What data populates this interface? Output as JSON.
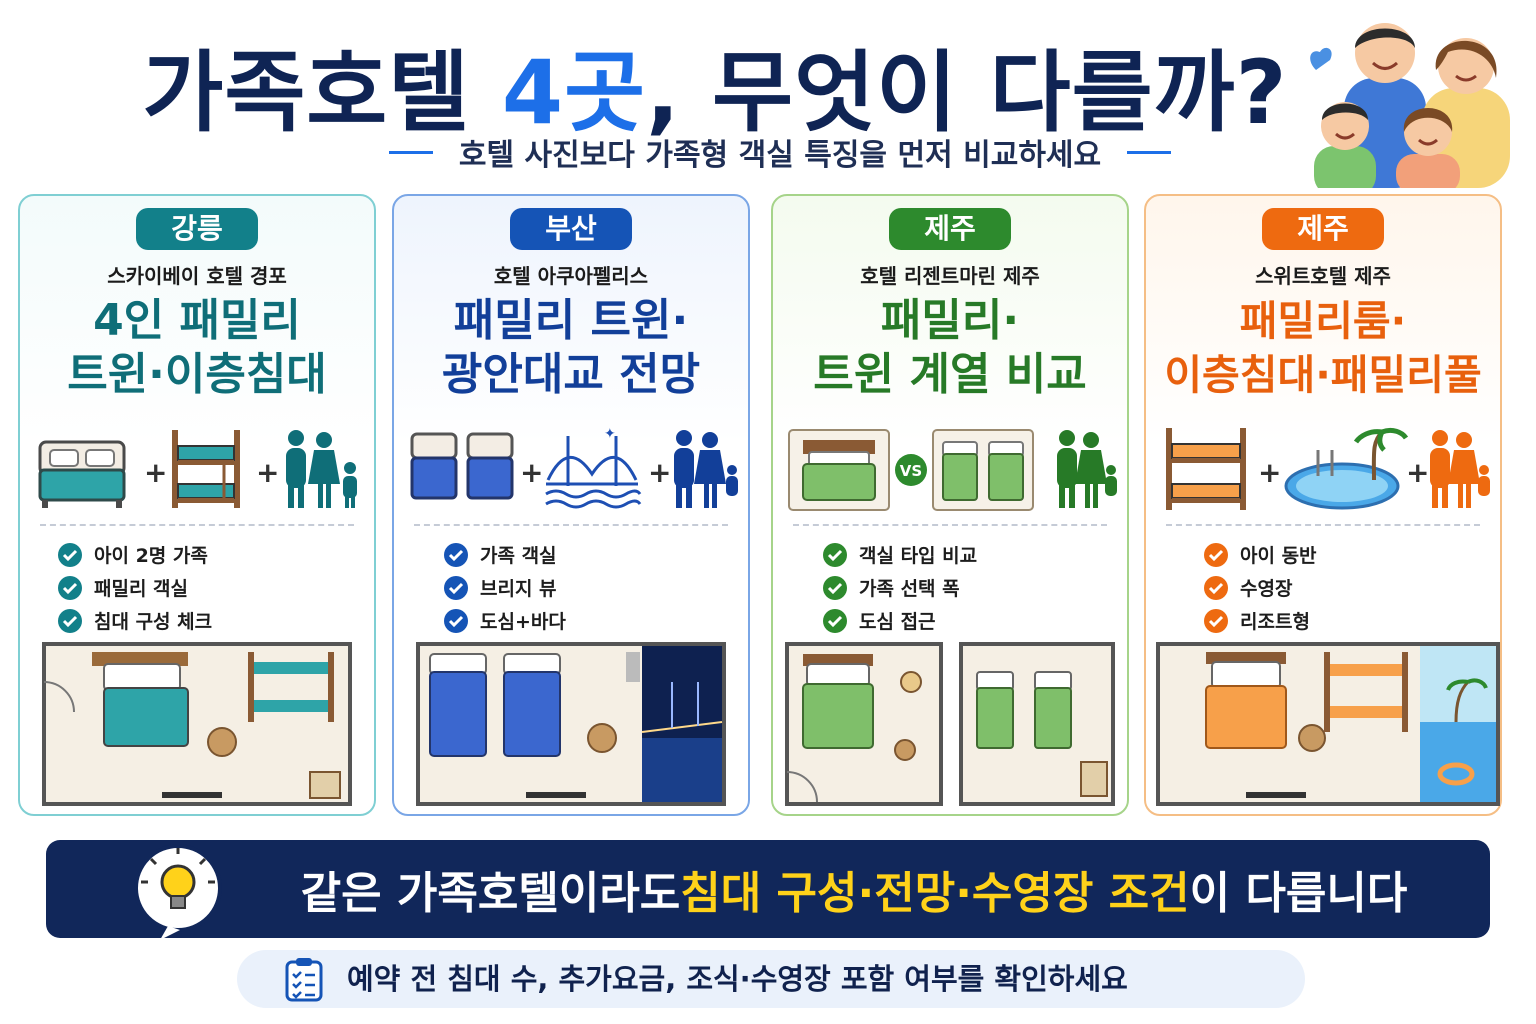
{
  "header": {
    "title_prefix": "가족호텔 ",
    "title_accent": "4곳",
    "title_suffix": ", 무엇이 다를까?",
    "subtitle": "호텔 사진보다 가족형 객실 특징을 먼저 비교하세요"
  },
  "colors": {
    "navy": "#11275a",
    "teal": "#12808a",
    "blue": "#1554b6",
    "green": "#2d8a2d",
    "orange": "#ee6a10",
    "highlight": "#ffd21a"
  },
  "cards": [
    {
      "region": "강릉",
      "hotel": "스카이베이 호텔 경포",
      "headline_line1": "4인 패밀리",
      "headline_line2": "트윈·이층침대",
      "icons": [
        "double-bed-icon",
        "bunk-bed-icon",
        "family-icon"
      ],
      "checks": [
        "아이 2명 가족",
        "패밀리 객실",
        "침대 구성 체크"
      ]
    },
    {
      "region": "부산",
      "hotel": "호텔 아쿠아펠리스",
      "headline_line1": "패밀리 트윈·",
      "headline_line2": "광안대교 전망",
      "icons": [
        "twin-bed-icon",
        "bridge-icon",
        "family-icon"
      ],
      "checks": [
        "가족 객실",
        "브리지 뷰",
        "도심+바다"
      ]
    },
    {
      "region": "제주",
      "hotel": "호텔 리젠트마린 제주",
      "headline_line1": "패밀리·",
      "headline_line2": "트윈 계열 비교",
      "vs_label": "VS",
      "icons": [
        "double-bed-icon",
        "twin-bed-icon",
        "family-icon"
      ],
      "checks": [
        "객실 타입 비교",
        "가족 선택 폭",
        "도심 접근"
      ]
    },
    {
      "region": "제주",
      "hotel": "스위트호텔 제주",
      "headline_line1": "패밀리룸·",
      "headline_line2": "이층침대·패밀리풀",
      "icons": [
        "bunk-bed-icon",
        "pool-icon",
        "family-icon"
      ],
      "checks": [
        "아이 동반",
        "수영장",
        "리조트형"
      ]
    }
  ],
  "banner": {
    "prefix": "같은 가족호텔이라도 ",
    "highlight": "침대 구성·전망·수영장 조건",
    "suffix": "이 다릅니다"
  },
  "note": {
    "text": "예약 전 침대 수, 추가요금, 조식·수영장 포함 여부를 확인하세요"
  }
}
